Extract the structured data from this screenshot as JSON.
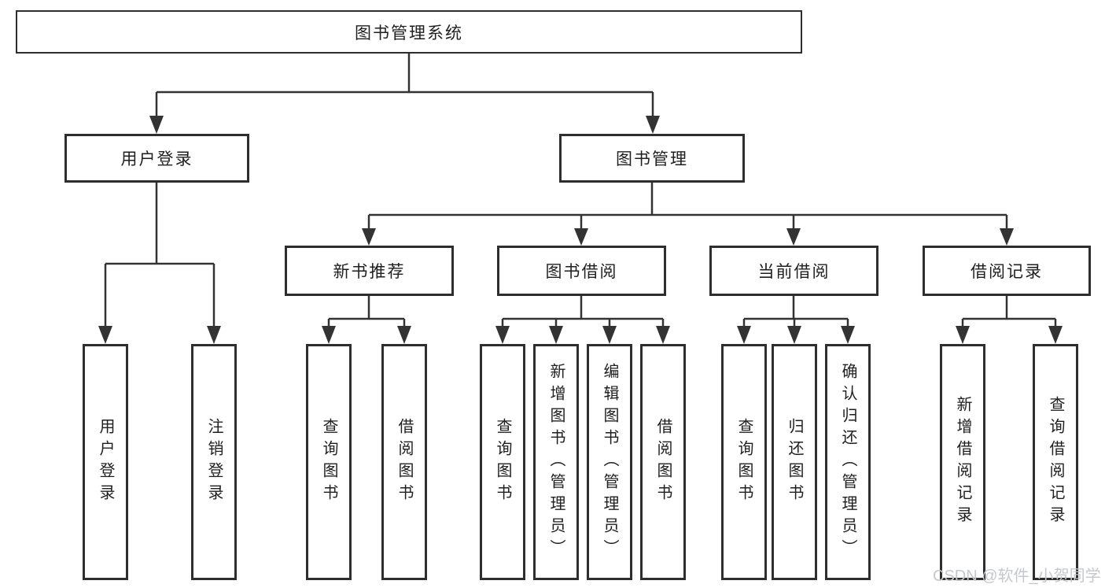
{
  "diagram": {
    "root": {
      "label": "图书管理系统"
    },
    "branches": [
      {
        "label": "用户登录",
        "children": [
          {
            "label": "用户登录"
          },
          {
            "label": "注销登录"
          }
        ]
      },
      {
        "label": "图书管理",
        "sections": [
          {
            "label": "新书推荐",
            "children": [
              {
                "label": "查询图书"
              },
              {
                "label": "借阅图书"
              }
            ]
          },
          {
            "label": "图书借阅",
            "children": [
              {
                "label": "查询图书"
              },
              {
                "label": "新增图书（管理员）"
              },
              {
                "label": "编辑图书（管理员）"
              },
              {
                "label": "借阅图书"
              }
            ]
          },
          {
            "label": "当前借阅",
            "children": [
              {
                "label": "查询图书"
              },
              {
                "label": "归还图书"
              },
              {
                "label": "确认归还（管理员）"
              }
            ]
          },
          {
            "label": "借阅记录",
            "children": [
              {
                "label": "新增借阅记录"
              },
              {
                "label": "查询借阅记录"
              }
            ]
          }
        ]
      }
    ]
  },
  "watermark": {
    "text": "CSDN @软件_小贺同学"
  },
  "colors": {
    "line": "#333333",
    "box_border": "#2e2e2e",
    "box_fill": "#ffffff",
    "text": "#1f1f1f",
    "background": "#ffffff",
    "watermark": "#c5c8cd"
  }
}
